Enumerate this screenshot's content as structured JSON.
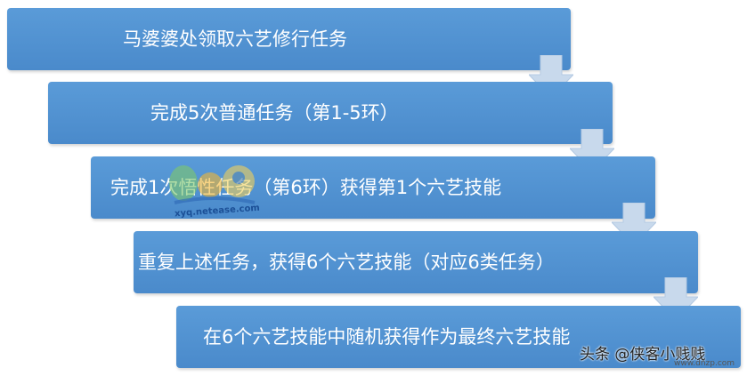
{
  "steps": [
    {
      "label": "马婆婆处领取六艺修行任务"
    },
    {
      "label": "完成5次普通任务（第1-5环）"
    },
    {
      "label": "完成1次悟性任务（第6环）获得第1个六艺技能"
    },
    {
      "label": "重复上述任务，获得6个六艺技能（对应6类任务）"
    },
    {
      "label": "在6个六艺技能中随机获得作为最终六艺技能"
    }
  ],
  "watermark_url": "xyq.netease.com",
  "footer": {
    "author": "头条 @侠客小贱贱",
    "site": "www.dnzp.com"
  },
  "colors": {
    "box": "#4f91d2",
    "arrow": "#c8d9ec",
    "text": "#ffffff"
  }
}
